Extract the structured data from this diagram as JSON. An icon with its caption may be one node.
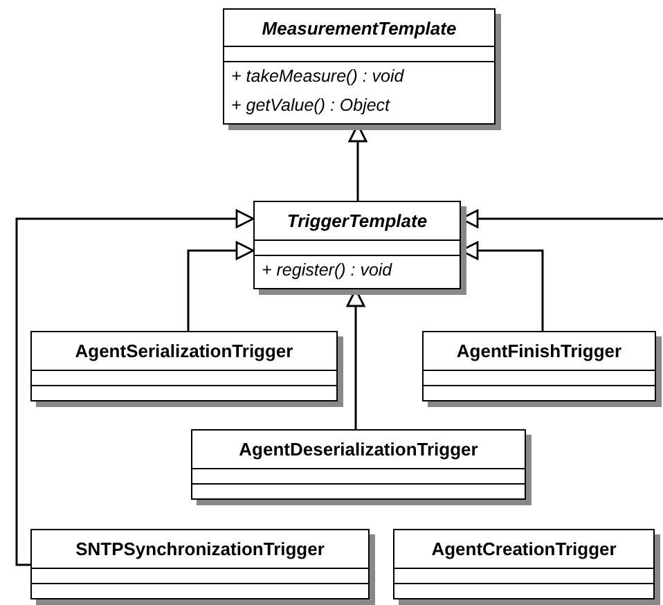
{
  "diagram": {
    "nodes": [
      {
        "text": [
          "MeasurementTemplate",
          "+ takeMeasure() : void",
          "+ getValue() : Object"
        ]
      },
      {
        "text": [
          "TriggerTemplate",
          "+ register() : void"
        ]
      },
      {
        "text": [
          "AgentSerializationTrigger"
        ]
      },
      {
        "text": [
          "AgentFinishTrigger"
        ]
      },
      {
        "text": [
          "AgentDeserializationTrigger"
        ]
      },
      {
        "text": [
          "SNTPSynchronizationTrigger"
        ]
      },
      {
        "text": [
          "AgentCreationTrigger"
        ]
      }
    ],
    "edges": [
      {
        "from": 1,
        "to": 0,
        "arrow": "to"
      },
      {
        "from": 2,
        "to": 1,
        "arrow": "to"
      },
      {
        "from": 3,
        "to": 1,
        "arrow": "to"
      },
      {
        "from": 4,
        "to": 1,
        "arrow": "to"
      },
      {
        "from": 5,
        "to": 1,
        "arrow": "to"
      },
      {
        "from": null,
        "to": 1,
        "arrow": "to"
      }
    ]
  }
}
